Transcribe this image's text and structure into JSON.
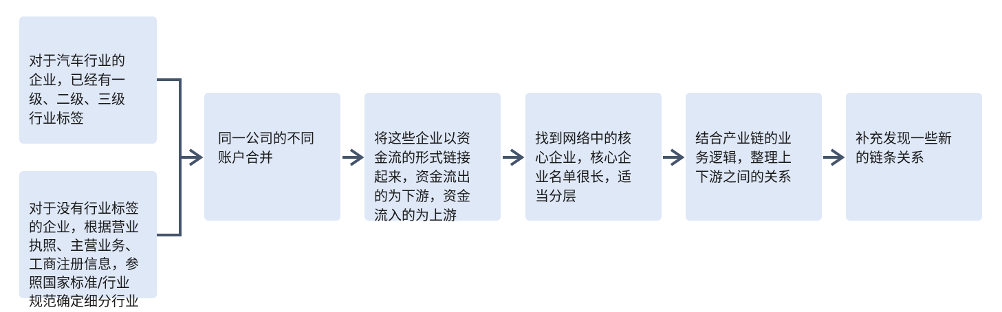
{
  "diagram": {
    "inputs": [
      {
        "id": "input-auto-industry",
        "text": "对于汽车行业的\n企业，已经有一\n级、二级、三级\n行业标签"
      },
      {
        "id": "input-no-label",
        "text": "对于没有行业标签\n的企业，根据营业\n执照、主营业务、\n工商注册信息，参\n照国家标准/行业\n规范确定细分行业"
      }
    ],
    "steps": [
      {
        "id": "step-merge-accounts",
        "text": "同一公司的不同\n账户合并"
      },
      {
        "id": "step-link-capital-flow",
        "text": "将这些企业以资\n金流的形式链接\n起来，资金流出\n的为下游，资金\n流入的为上游"
      },
      {
        "id": "step-core-enterprises",
        "text": "找到网络中的核\n心企业，核心企\n业名单很长，适\n当分层"
      },
      {
        "id": "step-upstream-downstream",
        "text": "结合产业链的业\n务逻辑，整理上\n下游之间的关系"
      },
      {
        "id": "step-new-chains",
        "text": "补充发现一些新\n的链条关系"
      }
    ],
    "colors": {
      "box_fill": "#dfe8f7",
      "connector": "#44546a"
    }
  }
}
